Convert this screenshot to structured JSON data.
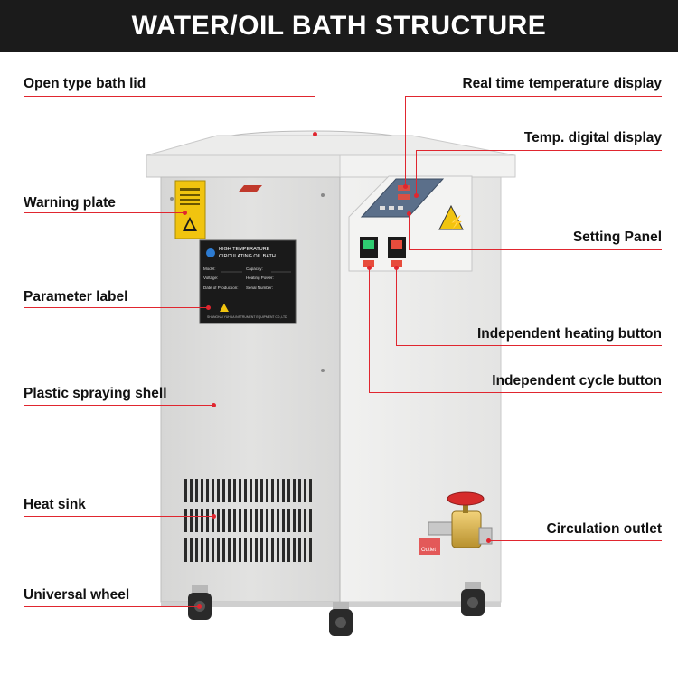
{
  "title": "WATER/OIL BATH STRUCTURE",
  "labels": {
    "bath_lid": "Open type bath lid",
    "warning_plate": "Warning plate",
    "parameter_label": "Parameter label",
    "plastic_shell": "Plastic spraying shell",
    "heat_sink": "Heat sink",
    "universal_wheel": "Universal wheel",
    "realtime_display": "Real time temperature display",
    "temp_digital_display": "Temp. digital display",
    "setting_panel": "Setting Panel",
    "heating_button": "Independent heating button",
    "cycle_button": "Independent cycle button",
    "circulation_outlet": "Circulation outlet"
  },
  "nameplate": {
    "heading_1": "HIGH TEMPERATURE",
    "heading_2": "CIRCULATING OIL BATH",
    "model": "Model:",
    "capacity": "Capacity:",
    "voltage": "Voltage:",
    "heating_power": "Heating Power:",
    "date": "Date of Production:",
    "serial": "Serial Number:",
    "maker": "SHANGHAI YUHUA INSTRUMENT EQUIPMENT CO.,LTD"
  },
  "outlet_tag": "Outlet",
  "colors": {
    "accent": "#e0262f",
    "banner": "#1b1b1b",
    "shell": "#e6e6e4"
  }
}
